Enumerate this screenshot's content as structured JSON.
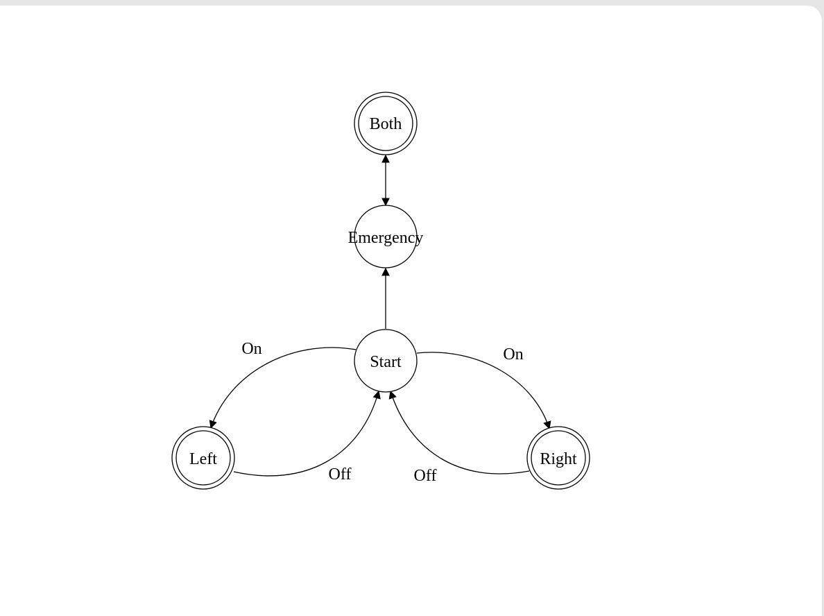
{
  "diagram": {
    "states": {
      "both": "Both",
      "emergency": "Emergency",
      "start": "Start",
      "left": "Left",
      "right": "Right"
    },
    "edges": {
      "start_to_left": "On",
      "start_to_right": "On",
      "left_to_start": "Off",
      "right_to_start": "Off"
    },
    "colors": {
      "background": "#e6e6e6",
      "canvas": "#ffffff",
      "stroke": "#000000"
    }
  }
}
